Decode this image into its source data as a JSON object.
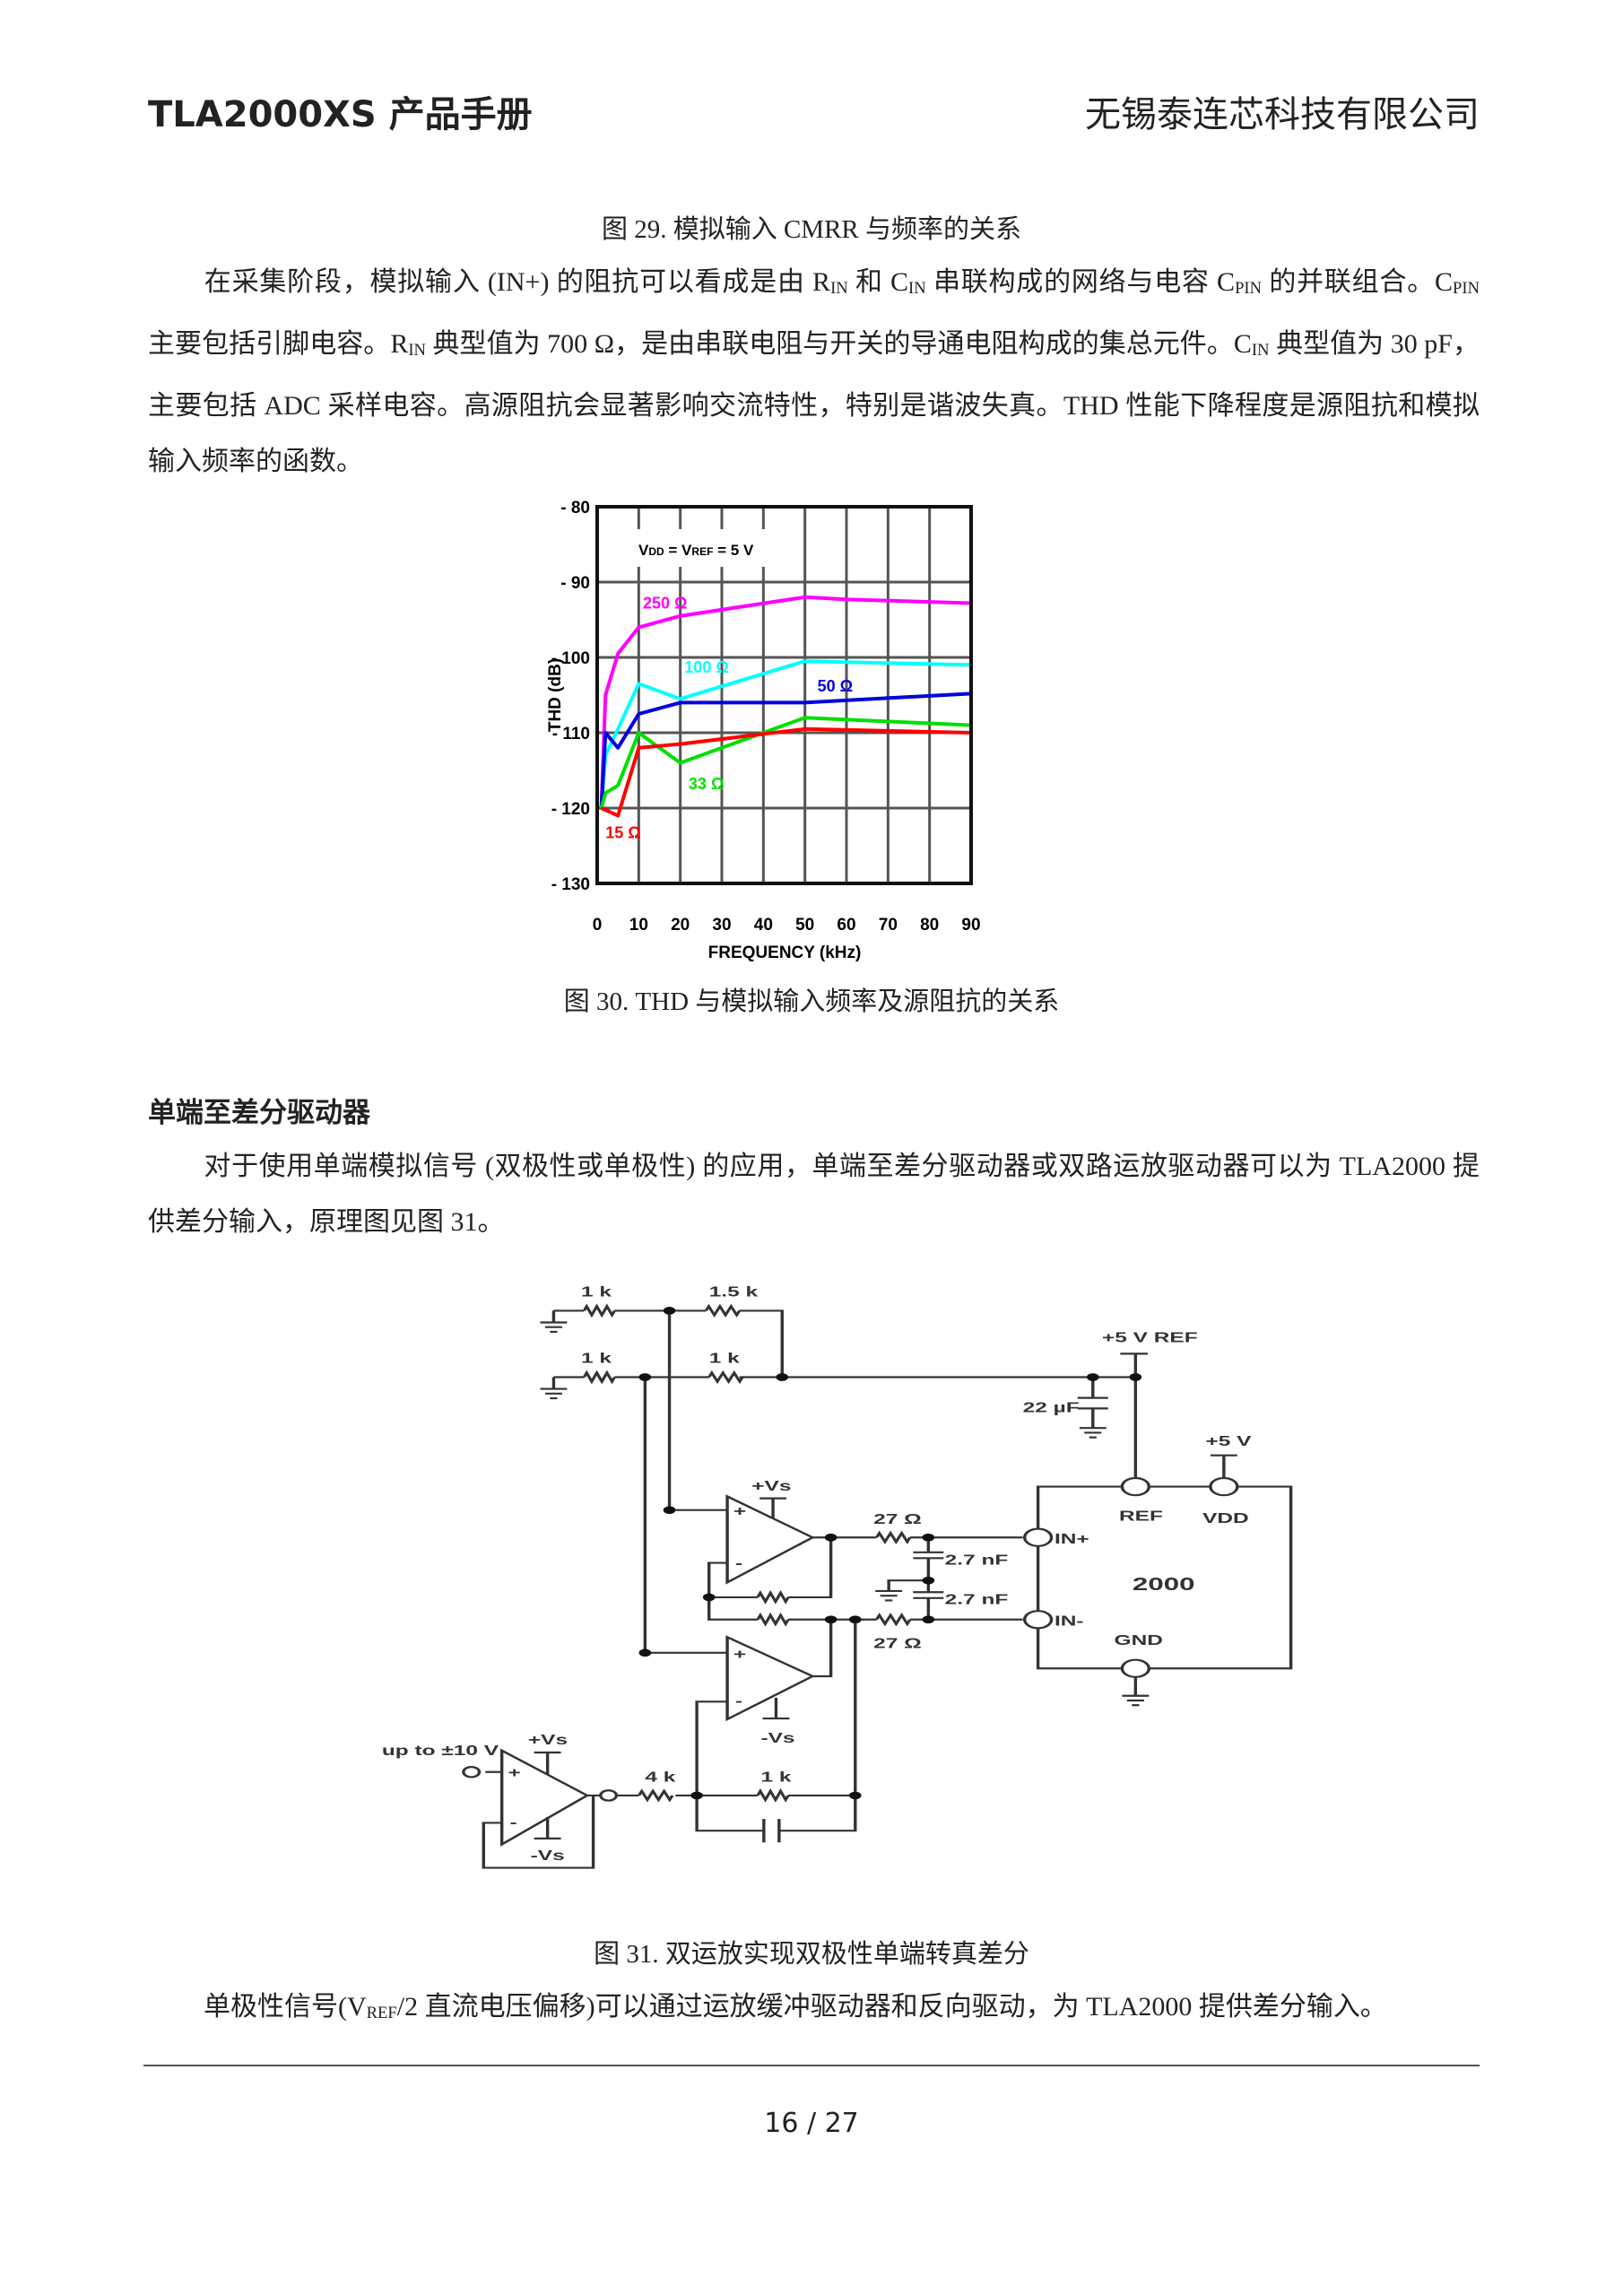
{
  "header": {
    "left": "TLA2000XS 产品手册",
    "right": "无锡泰连芯科技有限公司"
  },
  "fig29_caption": "图 29. 模拟输入 CMRR 与频率的关系",
  "para1": {
    "t1": "在采集阶段，模拟输入 (IN+) 的阻抗可以看成是由 R",
    "s1": "IN",
    "t2": " 和 C",
    "s2": "IN",
    "t3": " 串联构成的网络与电容 C",
    "s3": "PIN",
    "t4": " 的并联组合。C",
    "s4": "PIN",
    "t5": " 主要包括引脚电容。R",
    "s5": "IN",
    "t6": " 典型值为 700 Ω，是由串联电阻与开关的导通电阻构成的集总元件。C",
    "s6": "IN",
    "t7": " 典型值为 30 pF，主要包括 ADC 采样电容。高源阻抗会显著影响交流特性，特别是谐波失真。THD 性能下降程度是源阻抗和模拟输入频率的函数。"
  },
  "chart_data": {
    "type": "line",
    "title": "",
    "annotation": "VDD = VREF = 5 V",
    "annotation_parts": {
      "v1": "V",
      "s1": "DD",
      "mid": " = V",
      "s2": "REF",
      "end": " = 5 V"
    },
    "xlabel": "FREQUENCY (kHz)",
    "ylabel": "THD (dB)",
    "xlim": [
      0,
      90
    ],
    "ylim": [
      -130,
      -80
    ],
    "xticks": [
      "0",
      "10",
      "20",
      "30",
      "40",
      "50",
      "60",
      "70",
      "80",
      "90"
    ],
    "yticks": [
      "- 80",
      "- 90",
      "- 100",
      "- 110",
      "- 120",
      "- 130"
    ],
    "grid": true,
    "series": [
      {
        "name": "250 Ω",
        "color": "#ff00ff",
        "x": [
          1,
          2,
          5,
          10,
          20,
          50,
          60,
          90
        ],
        "y": [
          -120,
          -105,
          -99.5,
          -96,
          -94.5,
          -92,
          -92.3,
          -92.8
        ]
      },
      {
        "name": "100 Ω",
        "color": "#00ffff",
        "x": [
          1,
          2,
          5,
          10,
          20,
          50,
          90
        ],
        "y": [
          -120,
          -113,
          -109.5,
          -103.5,
          -105.5,
          -100.5,
          -101
        ]
      },
      {
        "name": "50 Ω",
        "color": "#0000e0",
        "x": [
          1,
          2,
          5,
          10,
          20,
          50,
          90
        ],
        "y": [
          -120,
          -110,
          -112,
          -107.5,
          -106,
          -106,
          -104.8
        ]
      },
      {
        "name": "33 Ω",
        "color": "#00e000",
        "x": [
          1,
          2,
          5,
          10,
          20,
          50,
          90
        ],
        "y": [
          -120,
          -118,
          -117,
          -110,
          -114,
          -108,
          -109
        ]
      },
      {
        "name": "15 Ω",
        "color": "#ff0000",
        "x": [
          1,
          5,
          10,
          20,
          50,
          90
        ],
        "y": [
          -120,
          -121,
          -112,
          -111.5,
          -109.5,
          -110
        ]
      }
    ]
  },
  "fig30_caption": "图 30. THD  与模拟输入频率及源阻抗的关系",
  "section_heading": "单端至差分驱动器",
  "para2": "对于使用单端模拟信号 (双极性或单极性) 的应用，单端至差分驱动器或双路运放驱动器可以为 TLA2000 提供差分输入，原理图见图 31。",
  "circuit": {
    "r1": "1 k",
    "r2": "1.5 k",
    "r3": "1 k",
    "r4": "1 k",
    "vref": "+5 V REF",
    "cap22": "22 µF",
    "v5": "+5 V",
    "vs_pos1": "+Vs",
    "vs_neg2": "-Vs",
    "vs_pos3": "+Vs",
    "vs_neg3": "-Vs",
    "r27a": "27 Ω",
    "r27b": "27 Ω",
    "c27a": "2.7 nF",
    "c27b": "2.7 nF",
    "pin_inp": "IN+",
    "pin_inn": "IN-",
    "pin_ref": "REF",
    "pin_vdd": "VDD",
    "pin_gnd": "GND",
    "chip": "2000",
    "input": "up to ±10 V",
    "r4k": "4 k",
    "r1k": "1 k",
    "plus": "+",
    "minus": "-"
  },
  "fig31_caption": "图 31. 双运放实现双极性单端转真差分",
  "para3": {
    "t1": "单极性信号(V",
    "s1": "REF",
    "t2": "/2 直流电压偏移)可以通过运放缓冲驱动器和反向驱动，为 TLA2000 提供差分输入。"
  },
  "page": "16  /  27"
}
